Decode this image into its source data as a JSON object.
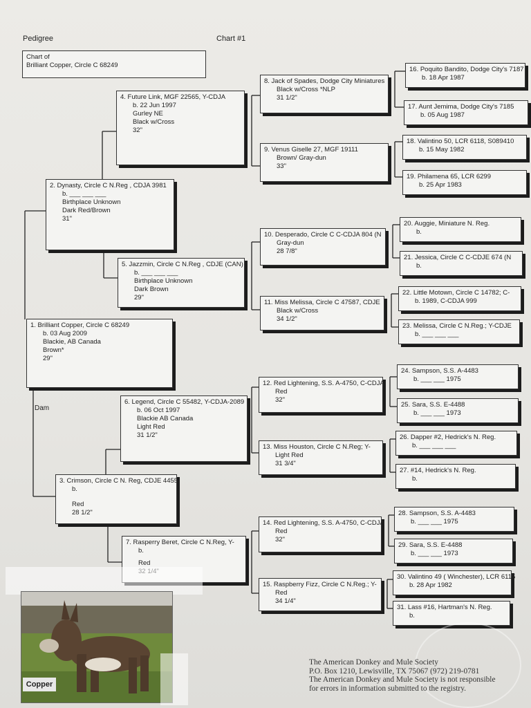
{
  "header": {
    "title": "Pedigree",
    "chart": "Chart #1"
  },
  "chart_of": {
    "line1": "Chart of",
    "line2": "Brilliant Copper, Circle C 68249"
  },
  "dam_label": "Dam",
  "entries": {
    "e1": {
      "l1": "1. Brilliant Copper, Circle C 68249",
      "l2": "b. 03 Aug 2009",
      "l3": "Blackie, AB Canada",
      "l4": "Brown*",
      "l5": "29\""
    },
    "e2": {
      "l1": "2. Dynasty, Circle C N.Reg , CDJA 3981",
      "l2": "b. ___ ___ ___",
      "l3": "Birthplace Unknown",
      "l4": "Dark Red/Brown",
      "l5": "31\""
    },
    "e3": {
      "l1": "3. Crimson, Circle C N. Reg, CDJE 4455",
      "l2": "b.",
      "l3": "Red",
      "l4": "28 1/2\""
    },
    "e4": {
      "l1": "4. Future Link, MGF 22565, Y-CDJA",
      "l2": "b. 22 Jun 1997",
      "l3": "Gurley NE",
      "l4": "Black w/Cross",
      "l5": "32\""
    },
    "e5": {
      "l1": "5. Jazzmin, Circle C N.Reg , CDJE (CAN)",
      "l2": "b. ___ ___ ___",
      "l3": "Birthplace Unknown",
      "l4": "Dark Brown",
      "l5": "29\""
    },
    "e6": {
      "l1": "6. Legend, Circle C 55482, Y-CDJA-2089",
      "l2": "b. 06 Oct 1997",
      "l3": "Blackie AB Canada",
      "l4": "Light Red",
      "l5": "31 1/2\""
    },
    "e7": {
      "l1": "7. Rasperry Beret, Circle C N.Reg, Y-",
      "l2": "b.",
      "l3": "Red",
      "l4": "32 1/4\""
    },
    "e8": {
      "l1": "8. Jack of Spades, Dodge City Miniatures",
      "l2": "Black w/Cross *NLP",
      "l3": "31 1/2\""
    },
    "e9": {
      "l1": "9. Venus Giselle 27, MGF 19111",
      "l2": "Brown/ Gray-dun",
      "l3": "33\""
    },
    "e10": {
      "l1": "10. Desperado, Circle C C-CDJA 804 (N",
      "l2": "Gray-dun",
      "l3": "28 7/8\""
    },
    "e11": {
      "l1": "11. Miss Melissa, Circle C 47587, CDJE",
      "l2": "Black w/Cross",
      "l3": "34 1/2\""
    },
    "e12": {
      "l1": "12. Red Lightening, S.S. A-4750, C-CDJA",
      "l2": "Red",
      "l3": "32\""
    },
    "e13": {
      "l1": "13. Miss Houston, Circle C N.Reg; Y-",
      "l2": "Light Red",
      "l3": "31 3/4\""
    },
    "e14": {
      "l1": "14. Red Lightening, S.S. A-4750, C-CDJA",
      "l2": "Red",
      "l3": "32\""
    },
    "e15": {
      "l1": "15. Raspberry Fizz, Circle C N.Reg.; Y-",
      "l2": "Red",
      "l3": "34 1/4\""
    },
    "e16": {
      "l1": "16. Poquito Bandito, Dodge City's 7187",
      "l2": "b. 18 Apr 1987"
    },
    "e17": {
      "l1": "17. Aunt Jemima, Dodge City's 7185",
      "l2": "b. 05 Aug 1987"
    },
    "e18": {
      "l1": "18. Valintino 50, LCR 6118, S089410",
      "l2": "b. 15 May 1982"
    },
    "e19": {
      "l1": "19. Philamena 65, LCR 6299",
      "l2": "b. 25 Apr 1983"
    },
    "e20": {
      "l1": "20. Auggie, Miniature N. Reg.",
      "l2": "b."
    },
    "e21": {
      "l1": "21. Jessica, Circle C C-CDJE 674 (N",
      "l2": "b."
    },
    "e22": {
      "l1": "22. Little Motown, Circle C 14782; C-",
      "l2": "b.        1989, C-CDJA 999"
    },
    "e23": {
      "l1": "23. Melissa, Circle C N.Reg.; Y-CDJE",
      "l2": "b. ___ ___ ___"
    },
    "e24": {
      "l1": "24. Sampson, S.S. A-4483",
      "l2": "b. ___ ___ 1975"
    },
    "e25": {
      "l1": "25. Sara, S.S. E-4488",
      "l2": "b. ___ ___ 1973"
    },
    "e26": {
      "l1": "26. Dapper #2, Hedrick's N. Reg.",
      "l2": "b. ___ ___ ___"
    },
    "e27": {
      "l1": "27. #14, Hedrick's N. Reg.",
      "l2": "b."
    },
    "e28": {
      "l1": "28. Sampson, S.S. A-4483",
      "l2": "b. ___ ___ 1975"
    },
    "e29": {
      "l1": "29. Sara, S.S. E-4488",
      "l2": "b. ___ ___ 1973"
    },
    "e30": {
      "l1": "30. Valintino 49 ( Winchester), LCR 6115",
      "l2": "b. 28 Apr 1982"
    },
    "e31": {
      "l1": "31. Lass #16, Hartman's N. Reg.",
      "l2": "b."
    }
  },
  "photo": {
    "caption": "Copper"
  },
  "footer": {
    "l1": "The American Donkey and Mule Society",
    "l2": "P.O. Box 1210, Lewisville, TX 75067     (972) 219-0781",
    "l3": "The American Donkey and Mule Society is not responsible",
    "l4": "for errors in information submitted to the registry."
  }
}
